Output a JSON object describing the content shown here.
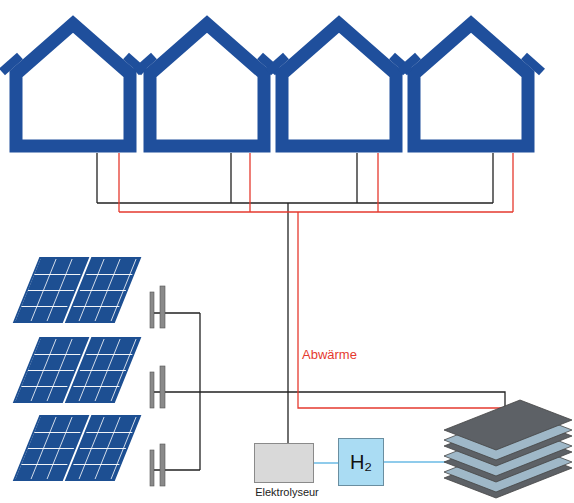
{
  "diagram": {
    "nodes": [
      {
        "text": [
          "Elektrolyseur"
        ]
      },
      {
        "text": [
          "H₂"
        ]
      }
    ],
    "edges": [
      {
        "from": 0,
        "to": 1,
        "arrow": "none"
      }
    ],
    "labels": [
      "Abwärme"
    ]
  }
}
